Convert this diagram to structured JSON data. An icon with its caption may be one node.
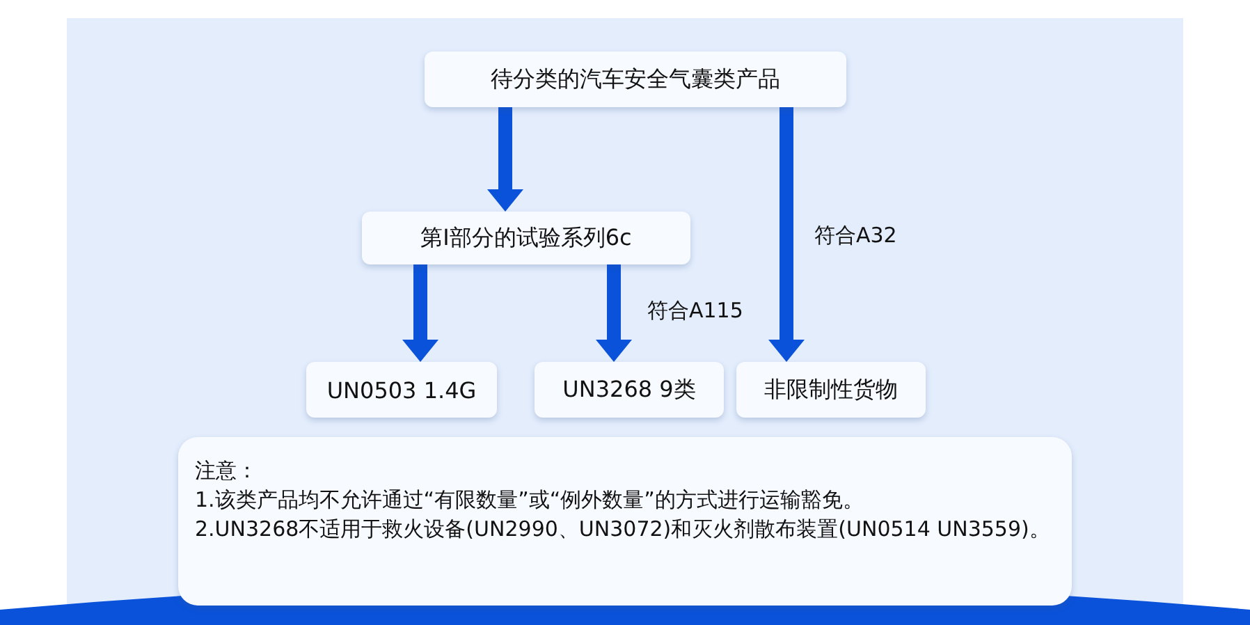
{
  "diagram": {
    "nodes": [
      {
        "text": [
          "待分类的汽车安全气囊类产品"
        ]
      },
      {
        "text": [
          "第Ⅰ部分的试验系列6c"
        ]
      },
      {
        "text": [
          "UN0503 1.4G"
        ]
      },
      {
        "text": [
          "UN3268 9类"
        ]
      },
      {
        "text": [
          "非限制性货物"
        ]
      },
      {
        "text": [
          "注意：",
          "1.该类产品均不允许通过“有限数量”或“例外数量”的方式进行运输豁免。",
          "2.UN3268不适用于救火设备(UN2990、UN3072)和灭火剂散布装置(UN0514 UN3559)。"
        ]
      }
    ],
    "edges": [
      {
        "from": 0,
        "to": 1,
        "arrow": "to"
      },
      {
        "from": 0,
        "to": 4,
        "arrow": "to",
        "label": "符合A32"
      },
      {
        "from": 1,
        "to": 2,
        "arrow": "to"
      },
      {
        "from": 1,
        "to": 3,
        "arrow": "to",
        "label": "符合A115"
      }
    ]
  }
}
